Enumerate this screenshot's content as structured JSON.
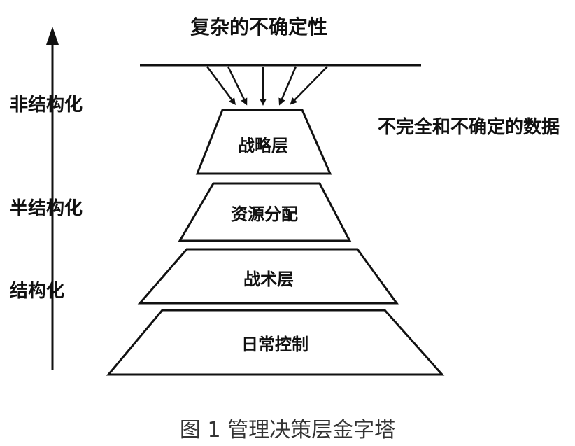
{
  "diagram": {
    "top_label": "复杂的不确定性",
    "side_note": "不完全和不确定的数据",
    "axis_labels": [
      "非结构化",
      "半结构化",
      "结构化"
    ],
    "layers": [
      "战略层",
      "资源分配",
      "战术层",
      "日常控制"
    ],
    "caption": "图 1 管理决策层金字塔",
    "colors": {
      "ink": "#111111",
      "caption": "#333333",
      "background": "#ffffff"
    }
  }
}
